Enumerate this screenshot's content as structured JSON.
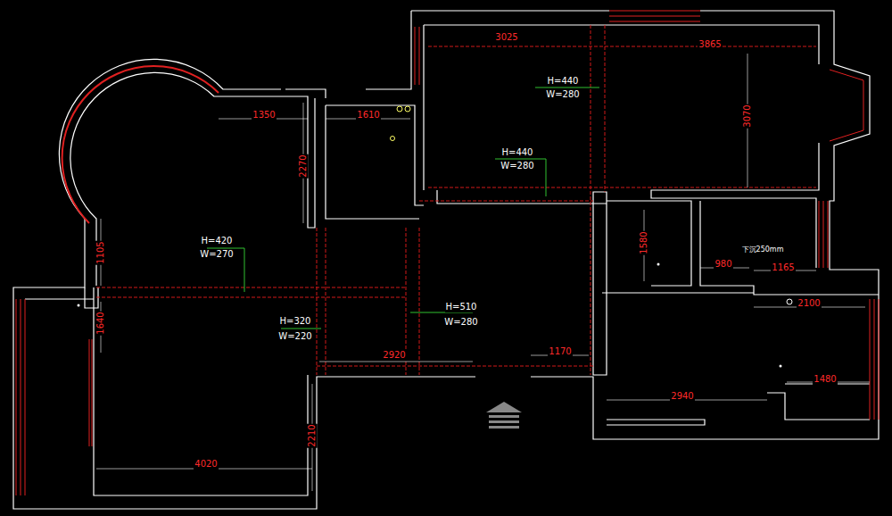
{
  "diagram": {
    "labels": [
      "3025",
      "3865",
      "3070",
      "H=440",
      "W=280",
      "H=440",
      "W=280",
      "1350",
      "1610",
      "2270",
      "H=420",
      "W=270",
      "1105",
      "1640",
      "H=320",
      "W=220",
      "H=510",
      "W=280",
      "2920",
      "1170",
      "2210",
      "4020",
      "1580",
      "下沉250mm",
      "980",
      "1165",
      "2100",
      "2940",
      "1480"
    ]
  }
}
